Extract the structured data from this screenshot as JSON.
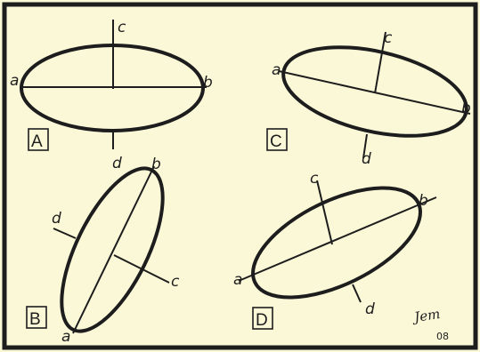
{
  "figure": {
    "panels": [
      {
        "id": "A",
        "label": "A",
        "axes": [
          "a",
          "b",
          "c",
          "d"
        ]
      },
      {
        "id": "B",
        "label": "B",
        "axes": [
          "a",
          "b",
          "c",
          "d"
        ]
      },
      {
        "id": "C",
        "label": "C",
        "axes": [
          "a",
          "b",
          "c",
          "d"
        ]
      },
      {
        "id": "D",
        "label": "D",
        "axes": [
          "a",
          "b",
          "c",
          "d"
        ]
      }
    ],
    "signature": "Jem",
    "signature_year": "08"
  },
  "colors": {
    "background": "#fbf8d8",
    "ink": "#1d1d1d"
  }
}
